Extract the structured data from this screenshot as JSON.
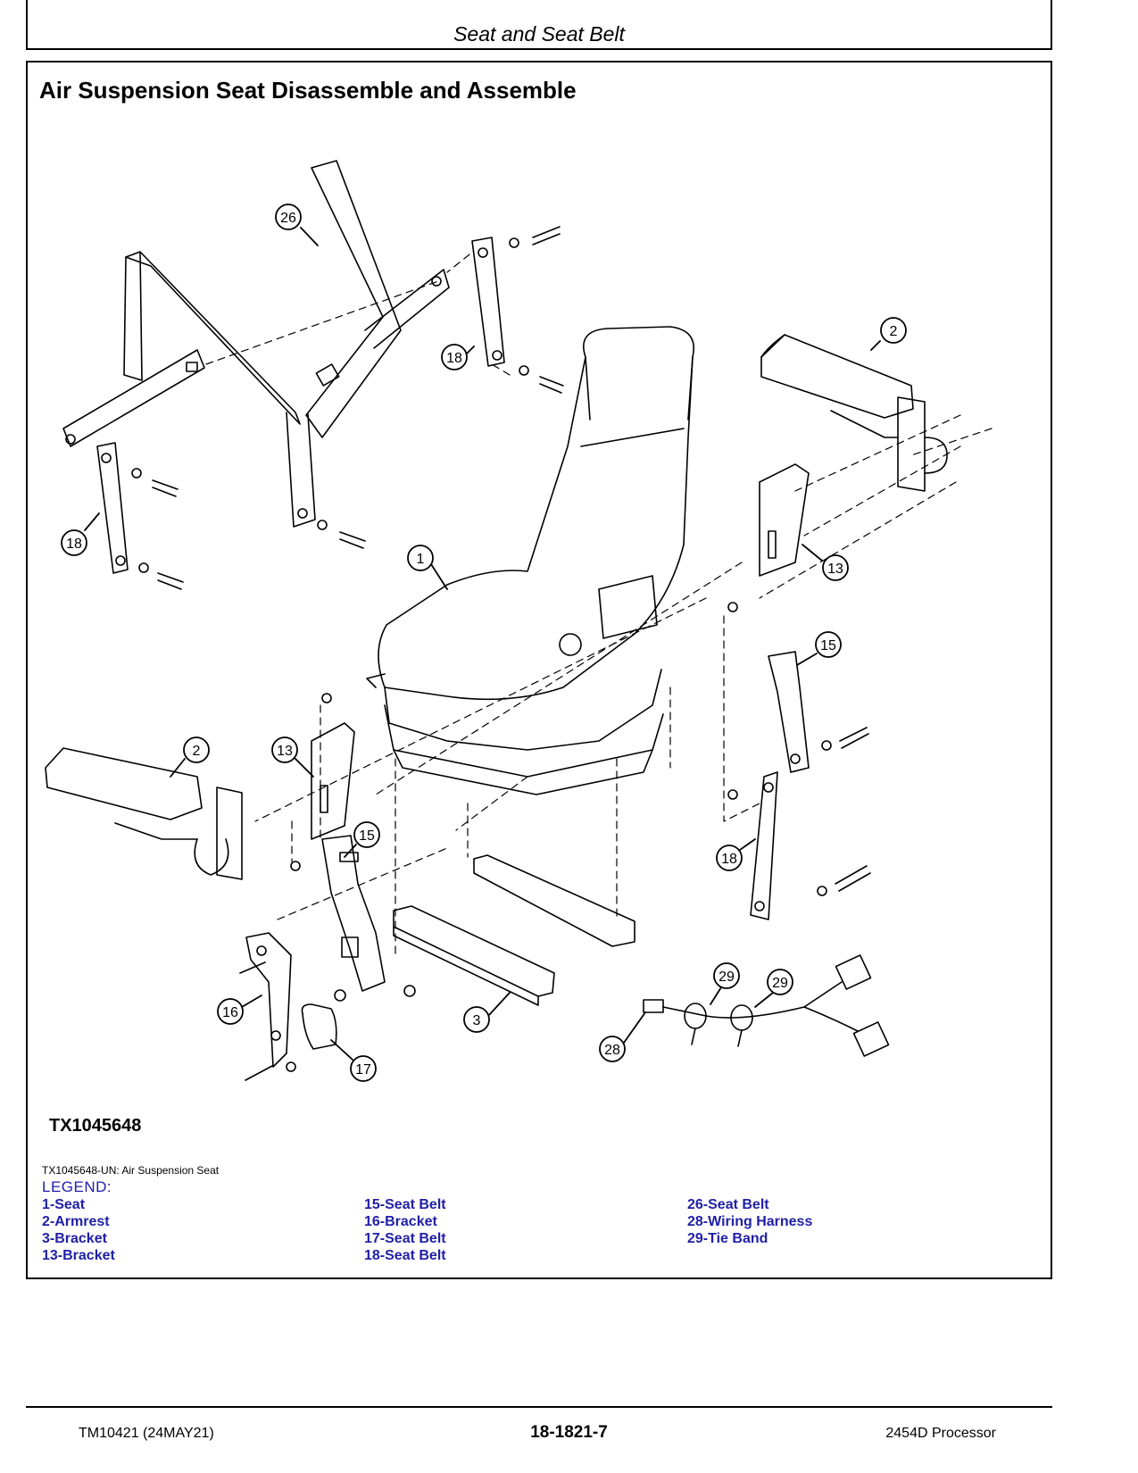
{
  "header": {
    "title": "Seat and Seat Belt"
  },
  "section": {
    "title": "Air Suspension Seat Disassemble and Assemble"
  },
  "figure": {
    "id": "TX1045648",
    "caption": "TX1045648-UN: Air Suspension Seat",
    "callouts": [
      "26",
      "18",
      "2",
      "18",
      "1",
      "13",
      "15",
      "2",
      "13",
      "15",
      "18",
      "16",
      "3",
      "17",
      "29",
      "29",
      "28"
    ]
  },
  "legend": {
    "title": "LEGEND:",
    "columns": [
      [
        "1-Seat",
        "2-Armrest",
        "3-Bracket",
        "13-Bracket"
      ],
      [
        "15-Seat Belt",
        "16-Bracket",
        "17-Seat Belt",
        "18-Seat Belt"
      ],
      [
        "26-Seat Belt",
        "28-Wiring Harness",
        "29-Tie Band"
      ]
    ]
  },
  "footer": {
    "left": "TM10421 (24MAY21)",
    "center": "18-1821-7",
    "right": "2454D Processor"
  },
  "colors": {
    "legend_text": "#1f1fa8",
    "line": "#000000"
  }
}
